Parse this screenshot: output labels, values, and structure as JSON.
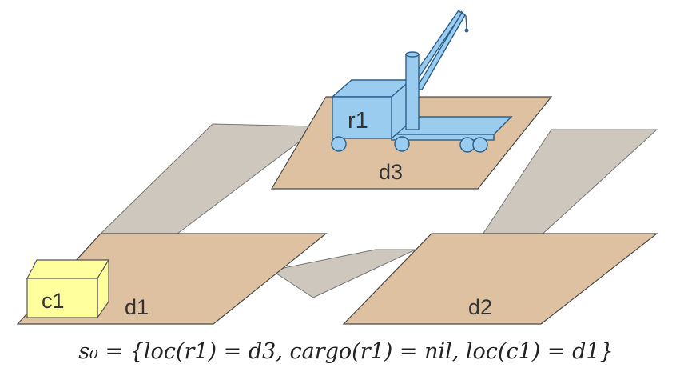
{
  "locations": [
    {
      "id": "d1",
      "label": "d1"
    },
    {
      "id": "d2",
      "label": "d2"
    },
    {
      "id": "d3",
      "label": "d3"
    }
  ],
  "robot": {
    "label": "r1",
    "at": "d3"
  },
  "container": {
    "label": "c1",
    "at": "d1"
  },
  "state_formula": "s₀ = {loc(r1) = d3, cargo(r1) = nil, loc(c1) = d1}",
  "colors": {
    "road": "#cdc7bd",
    "road_edge": "#777777",
    "dock": "#dec1a0",
    "dock_edge": "#4a4a4a",
    "robot": "#99ccee",
    "robot_edge": "#2b5f8a",
    "container": "#ffff9e",
    "container_edge": "#555555",
    "text": "#333333"
  }
}
